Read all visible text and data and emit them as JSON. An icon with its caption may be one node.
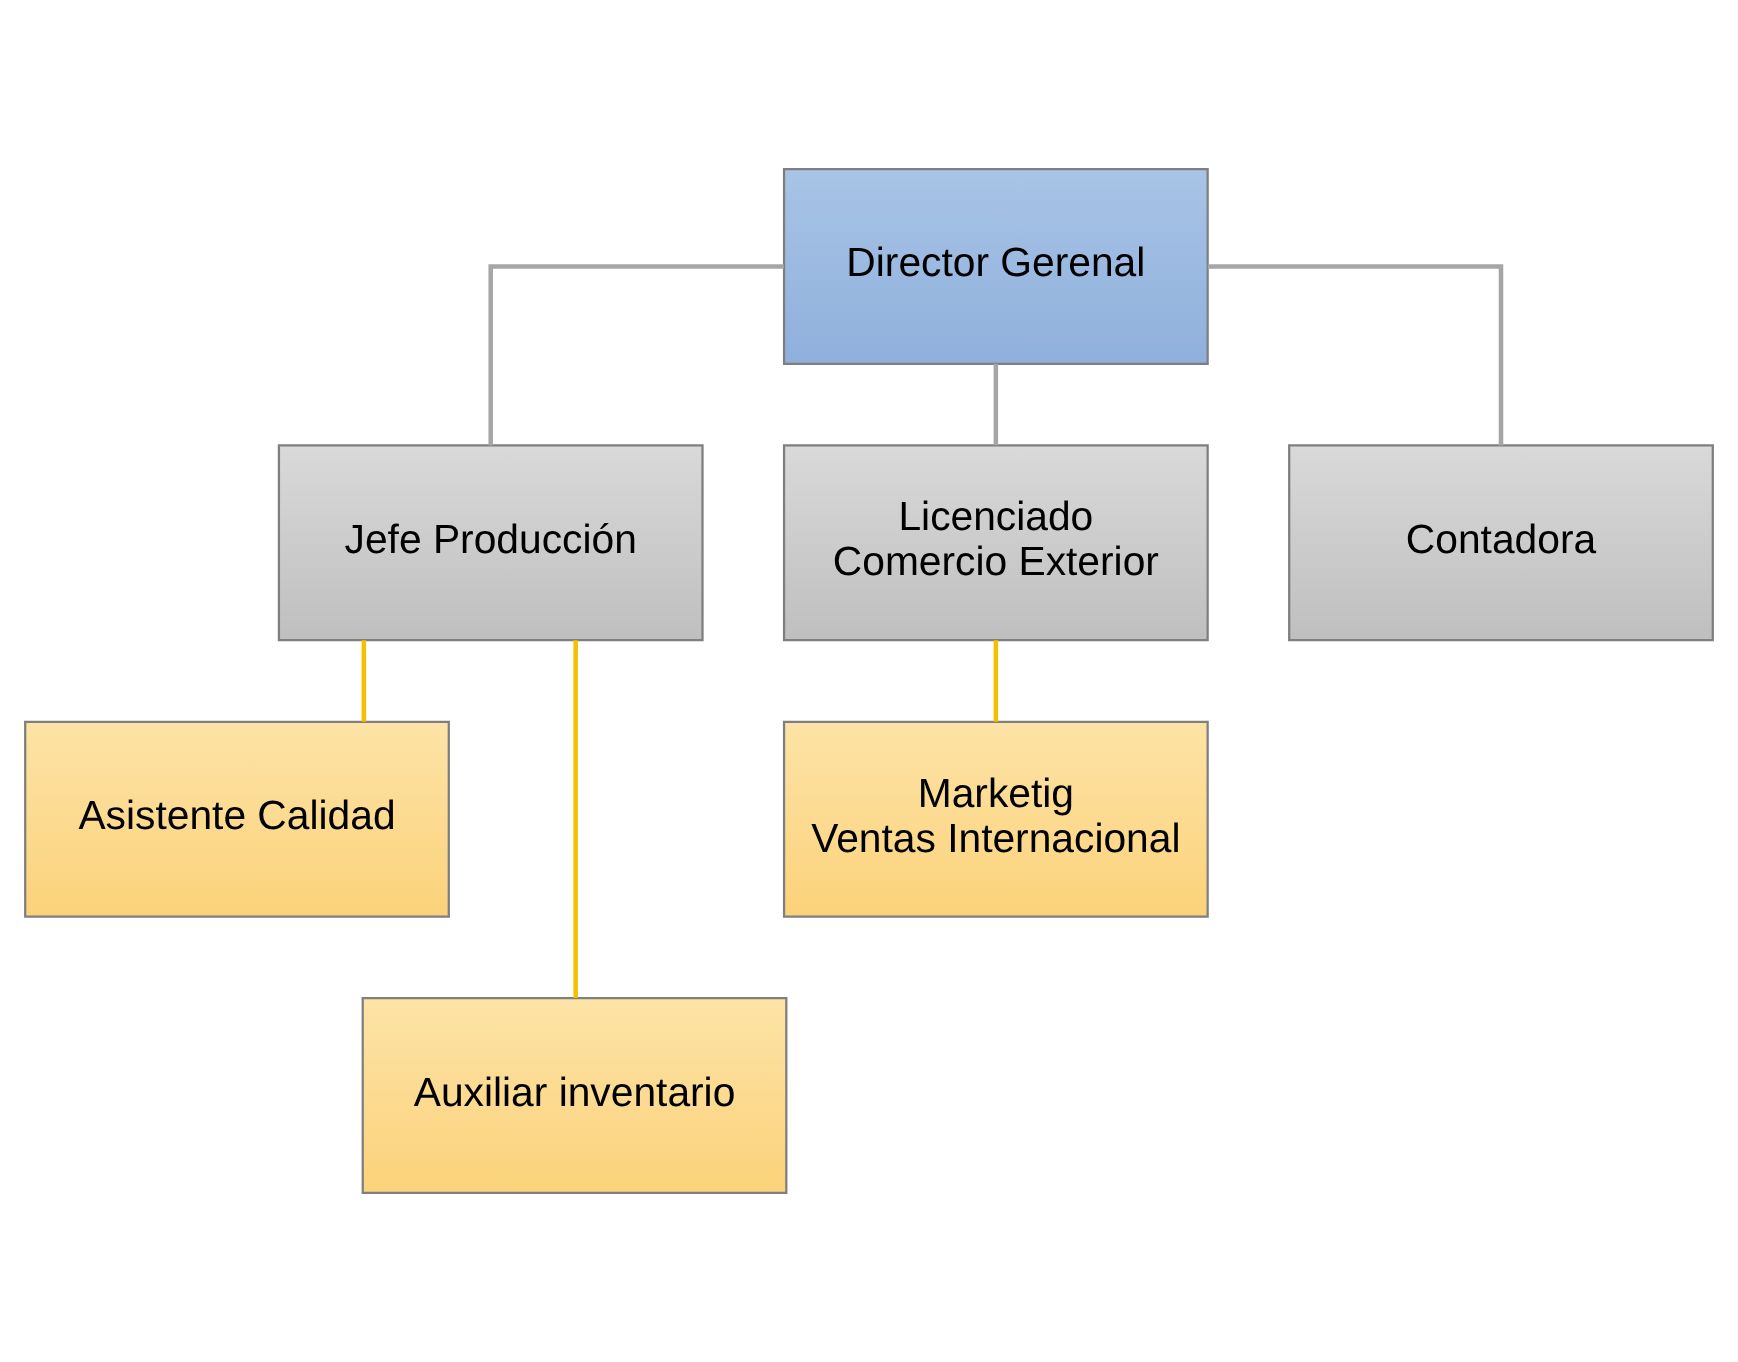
{
  "diagram": {
    "nodes": [
      {
        "text": [
          "Director Gerenal"
        ]
      },
      {
        "text": [
          "Jefe Producción"
        ]
      },
      {
        "text": [
          "Licenciado Comercio Exterior"
        ]
      },
      {
        "text": [
          "Contadora"
        ]
      },
      {
        "text": [
          "Asistente Calidad"
        ]
      },
      {
        "text": [
          "Auxiliar inventario"
        ]
      },
      {
        "text": [
          "Marketig Ventas Internacional"
        ]
      }
    ],
    "edges": [
      {
        "from": 0,
        "to": 1,
        "arrow": "none",
        "color": "#a6a6a6"
      },
      {
        "from": 0,
        "to": 2,
        "arrow": "none",
        "color": "#a6a6a6"
      },
      {
        "from": 0,
        "to": 3,
        "arrow": "none",
        "color": "#a6a6a6"
      },
      {
        "from": 1,
        "to": 4,
        "arrow": "none",
        "color": "#f5c000"
      },
      {
        "from": 1,
        "to": 5,
        "arrow": "none",
        "color": "#f5c000"
      },
      {
        "from": 2,
        "to": 6,
        "arrow": "none",
        "color": "#f5c000"
      }
    ]
  }
}
